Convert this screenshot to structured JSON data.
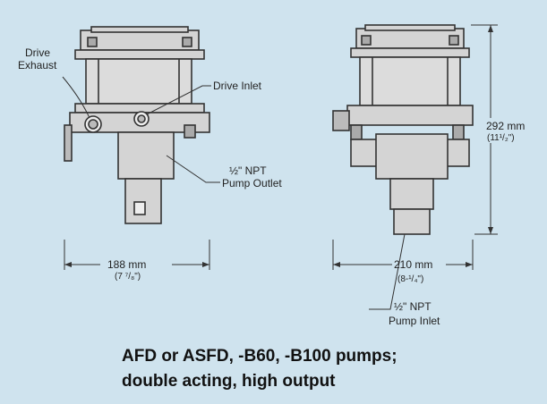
{
  "labels": {
    "drive_exhaust_1": "Drive",
    "drive_exhaust_2": "Exhaust",
    "drive_inlet": "Drive Inlet",
    "npt_outlet_1": "½\" NPT",
    "npt_outlet_2": "Pump Outlet",
    "width_left_mm": "188 mm",
    "width_left_in": "(7 ⁷/₈\")",
    "height_mm": "292 mm",
    "height_in": "(11¹/₂\")",
    "width_right_mm": "210 mm",
    "width_right_in": "(8-¹/₄\")",
    "npt_inlet_1": "½\" NPT",
    "npt_inlet_2": "Pump Inlet"
  },
  "caption": {
    "line1": "AFD or ASFD, -B60, -B100 pumps;",
    "line2": "double acting, high output"
  }
}
